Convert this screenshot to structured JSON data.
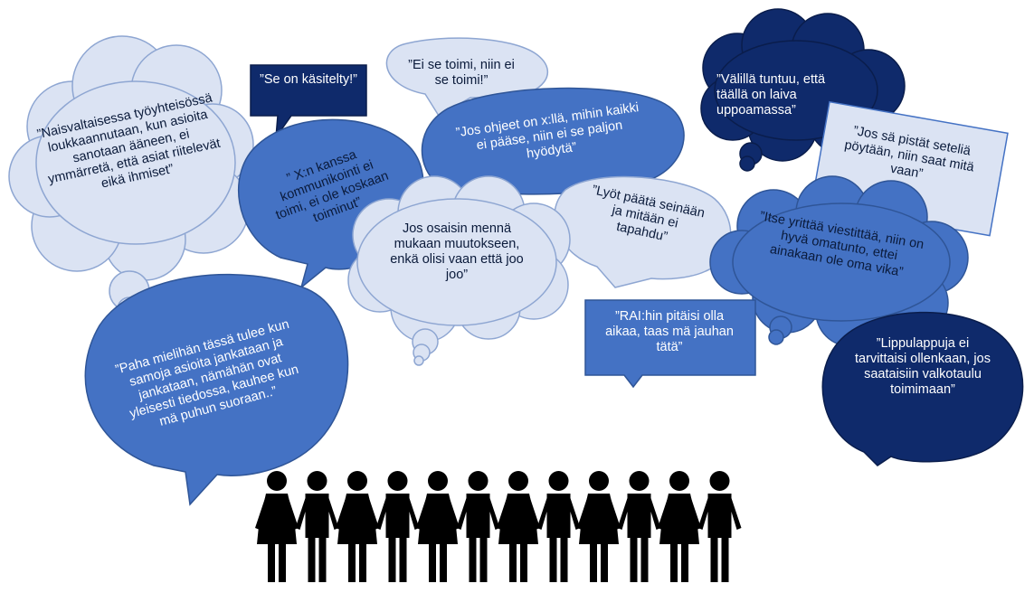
{
  "colors": {
    "light": "#dbe3f3",
    "light_stroke": "#8ea6d2",
    "mid": "#4472c4",
    "mid_stroke": "#2f5597",
    "dark": "#0f2a6b",
    "dark_stroke": "#0a1d4c",
    "people": "#000000"
  },
  "bubbles": {
    "naisvaltaisessa": "”Naisvaltaisessa työyhteisössä loukkaannutaan, kun asioita sanotaan ääneen, ei ymmärretä, että asiat riitelevät eikä ihmiset”",
    "se_on_kasitelty": "”Se on käsitelty!”",
    "ei_se_toimi": "”Ei se toimi, niin ei se toimi!”",
    "valilla_tuntuu": "”Välillä tuntuu, että täällä on laiva uppoamassa”",
    "jos_ohjeet": "”Jos ohjeet on x:llä, mihin kaikki ei pääse, niin ei se paljon hyödytä”",
    "jos_sa_pistat": "”Jos sä pistät seteliä pöytään, niin saat mitä vaan”",
    "xn_kanssa": "” X:n kanssa kommunikointi ei toimi, ei ole koskaan toiminut”",
    "jos_osaisin": "Jos osaisin mennä mukaan muutokseen, enkä olisi vaan että joo joo”",
    "lyot_paata": "”Lyöt päätä seinään ja mitään ei tapahdu”",
    "itse_yrittaa": "”Itse yrittää viestittää, niin on hyvä omatunto, ettei ainakaan ole oma vika”",
    "paha_mielihan": "”Paha mielihän tässä tulee kun samoja asioita jankataan ja jankataan, nämähän ovat yleisesti tiedossa, kauhee kun mä puhun suoraan..”",
    "rai_hin": "”RAI:hin pitäisi olla aikaa, taas mä jauhan tätä”",
    "lippulappuja": "”Lippulappuja ei tarvittaisi ollenkaan, jos saataisiin valkotaulu toimimaan”"
  }
}
